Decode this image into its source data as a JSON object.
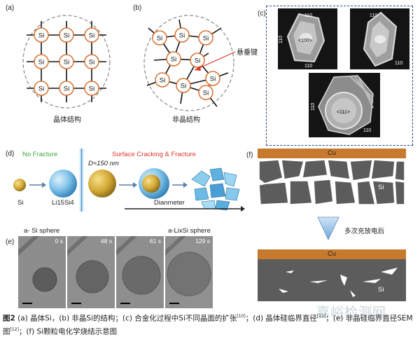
{
  "panels": {
    "a": {
      "label": "(a)",
      "atom": "Si",
      "caption": "晶体结构"
    },
    "b": {
      "label": "(b)",
      "atom": "Si",
      "caption": "非晶结构",
      "annotation": "悬垂键"
    },
    "c": {
      "label": "(c)",
      "facet_110": "110",
      "facet_100": "<100>",
      "facet_111": "<111>"
    },
    "d": {
      "label": "(d)",
      "no_fracture": "No Fracture",
      "surface_cracking": "Surface Cracking & Fracture",
      "diameter_value": "D≈150 nm",
      "si_label": "Si",
      "lithiated_label": "Li15Si4",
      "axis_label": "Dianmeter",
      "colors": {
        "green": "#3aa640",
        "red": "#e0392b"
      }
    },
    "e": {
      "label": "(e)",
      "left_title": "a- Si sphere",
      "right_title": "a-LixSi sphere",
      "frames": [
        {
          "time": "0 s"
        },
        {
          "time": "48 s"
        },
        {
          "time": "61 s"
        },
        {
          "time": "129 s"
        }
      ]
    },
    "f": {
      "label": "(f)",
      "cu_label": "Cu",
      "si_label": "Si",
      "arrow_text": "多次充放电后",
      "colors": {
        "cu": "#c77a2e",
        "si": "#5c5c5c"
      }
    }
  },
  "caption": {
    "fig_no": "图2",
    "text_1": "(a) 晶体Si，(b) 非晶Si的结构；(c) 合金化过程中Si不同晶面的扩张",
    "ref_1": "[10]",
    "text_2": "；(d) 晶体硅临界直径",
    "ref_2": "[11]",
    "text_3": "；(e) 非晶硅临界直径SEM图",
    "ref_3": "[12]",
    "text_4": "；(f) Si颗粒电化学烧结示意图"
  },
  "watermark": "嘉峪检测网"
}
